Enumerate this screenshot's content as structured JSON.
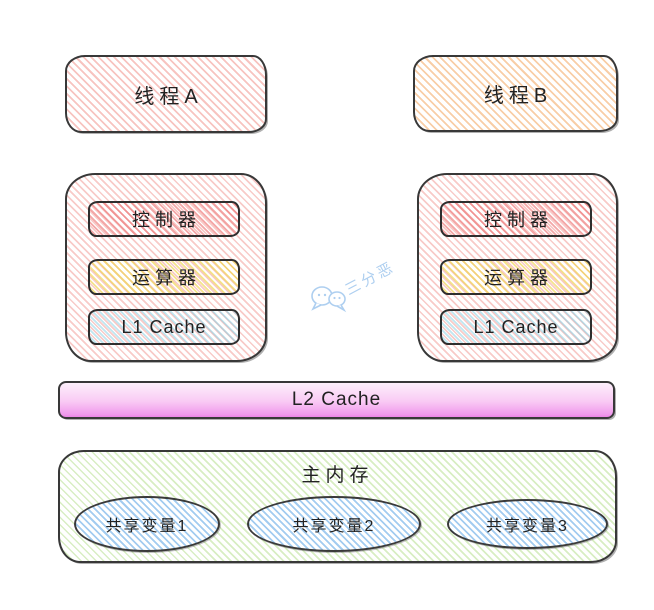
{
  "diagram": {
    "threads": [
      {
        "label": "线程A"
      },
      {
        "label": "线程B"
      }
    ],
    "cpus": [
      {
        "components": [
          {
            "label": "控制器"
          },
          {
            "label": "运算器"
          },
          {
            "label": "L1 Cache"
          }
        ]
      },
      {
        "components": [
          {
            "label": "控制器"
          },
          {
            "label": "运算器"
          },
          {
            "label": "L1 Cache"
          }
        ]
      }
    ],
    "l2_cache": {
      "label": "L2 Cache"
    },
    "main_memory": {
      "title": "主内存",
      "shared_variables": [
        {
          "label": "共享变量1"
        },
        {
          "label": "共享变量2"
        },
        {
          "label": "共享变量3"
        }
      ]
    },
    "watermark": {
      "text": "三分恶"
    }
  },
  "colors": {
    "stroke": "#383838",
    "thread_a_hatch": "#f1948c",
    "thread_b_hatch": "#f3a65f",
    "cpu_hatch": "#ef8b86",
    "controller_hatch": "#ec6e6e",
    "alu_hatch": "#f0d450",
    "l1_hatch": "#82cde2",
    "l2_fill_top": "#fdeffb",
    "l2_fill_bottom": "#ec84e6",
    "memory_hatch": "#a8d87a",
    "shared_var_hatch": "#58a3e4",
    "watermark": "#aecff0"
  }
}
